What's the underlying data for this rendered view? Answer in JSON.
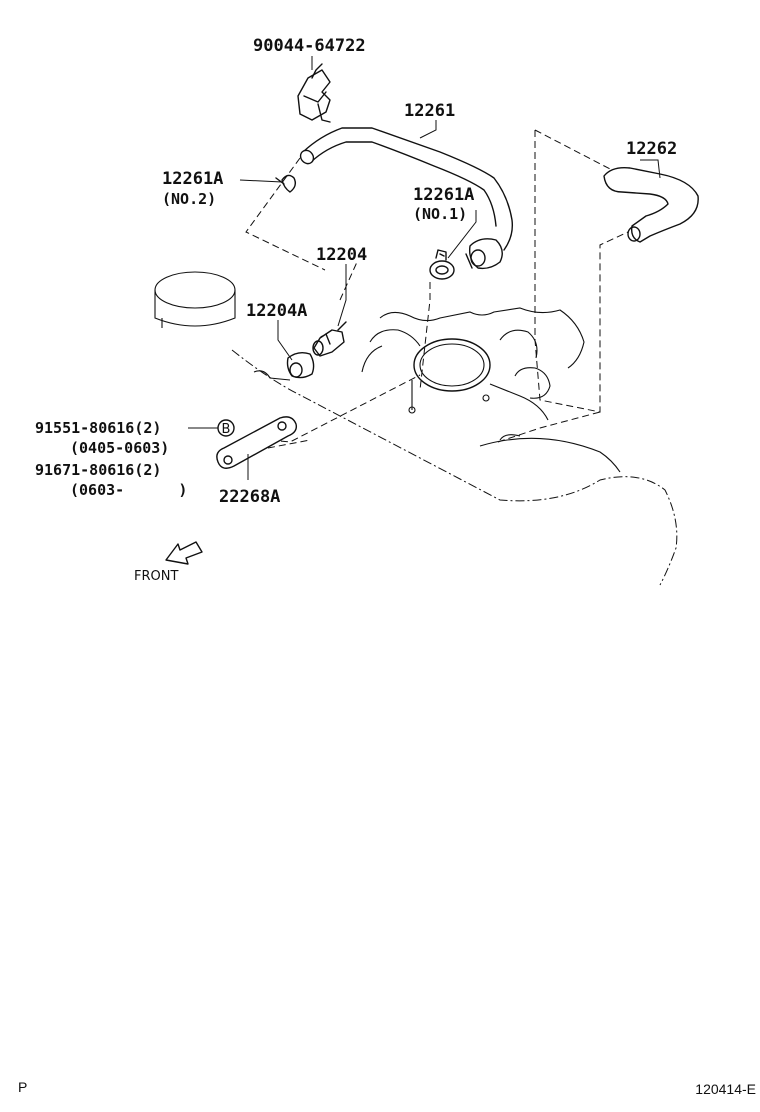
{
  "callouts": {
    "clip": "90044-64722",
    "hose": "12261",
    "clamp_no2_part": "12261A",
    "clamp_no2_tag": "(NO.2)",
    "clamp_no1_part": "12261A",
    "clamp_no1_tag": "(NO.1)",
    "hose_right": "12262",
    "pcv_valve": "12204",
    "grommet": "12204A",
    "bolt1_part": "91551-80616(2)",
    "bolt1_range": "(0405-0603)",
    "bolt2_part": "91671-80616(2)",
    "bolt2_range": "(0603-      )",
    "bracket": "22268A",
    "bolt_marker": "B"
  },
  "front_label": "FRONT",
  "footer": {
    "left": "P",
    "right": "120414-E"
  }
}
